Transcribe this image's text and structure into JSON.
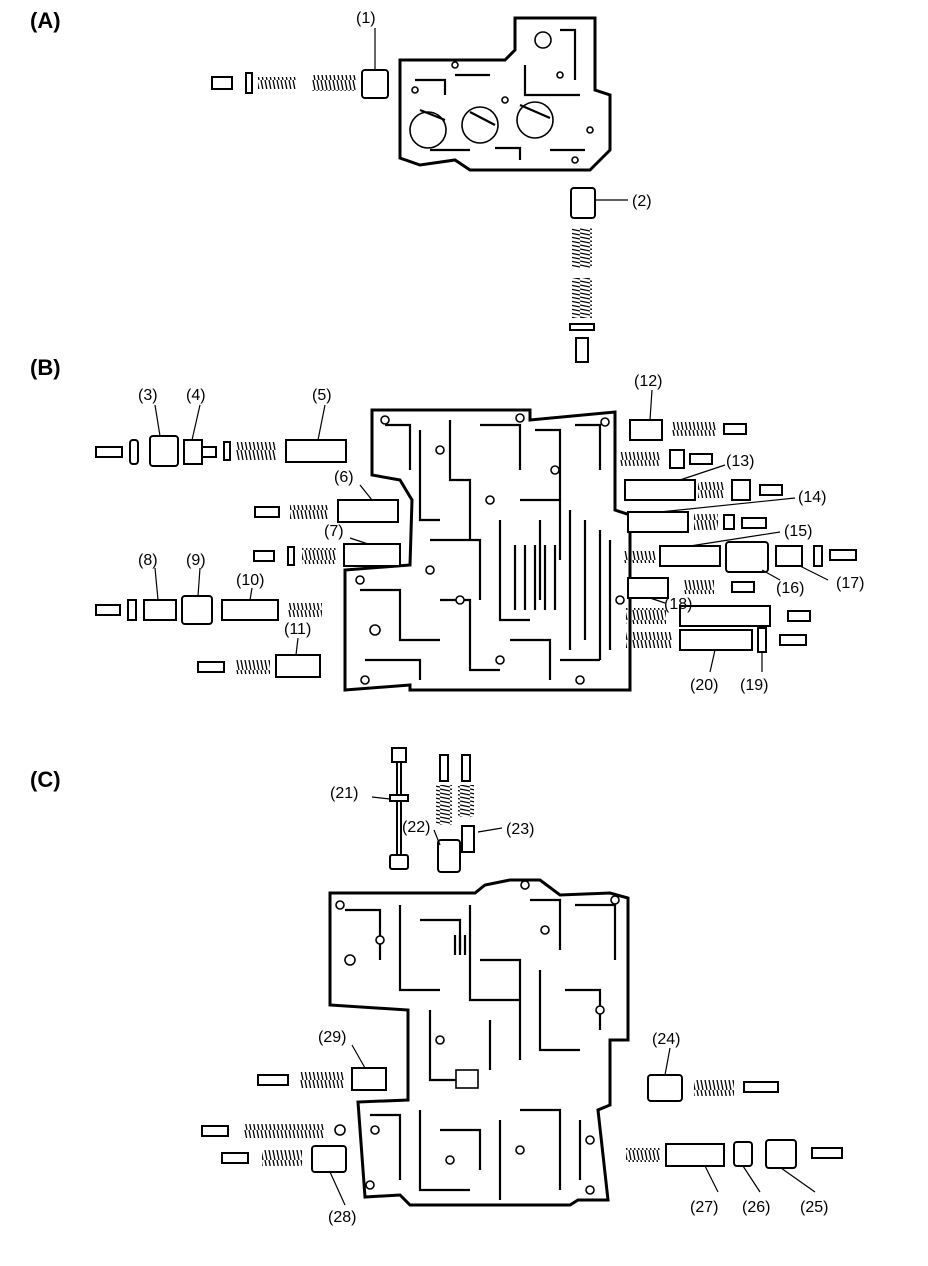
{
  "sections": {
    "a": "(A)",
    "b": "(B)",
    "c": "(C)"
  },
  "callouts": [
    "(1)",
    "(2)",
    "(3)",
    "(4)",
    "(5)",
    "(6)",
    "(7)",
    "(8)",
    "(9)",
    "(10)",
    "(11)",
    "(12)",
    "(13)",
    "(14)",
    "(15)",
    "(16)",
    "(17)",
    "(18)",
    "(19)",
    "(20)",
    "(21)",
    "(22)",
    "(23)",
    "(24)",
    "(25)",
    "(26)",
    "(27)",
    "(28)",
    "(29)"
  ]
}
